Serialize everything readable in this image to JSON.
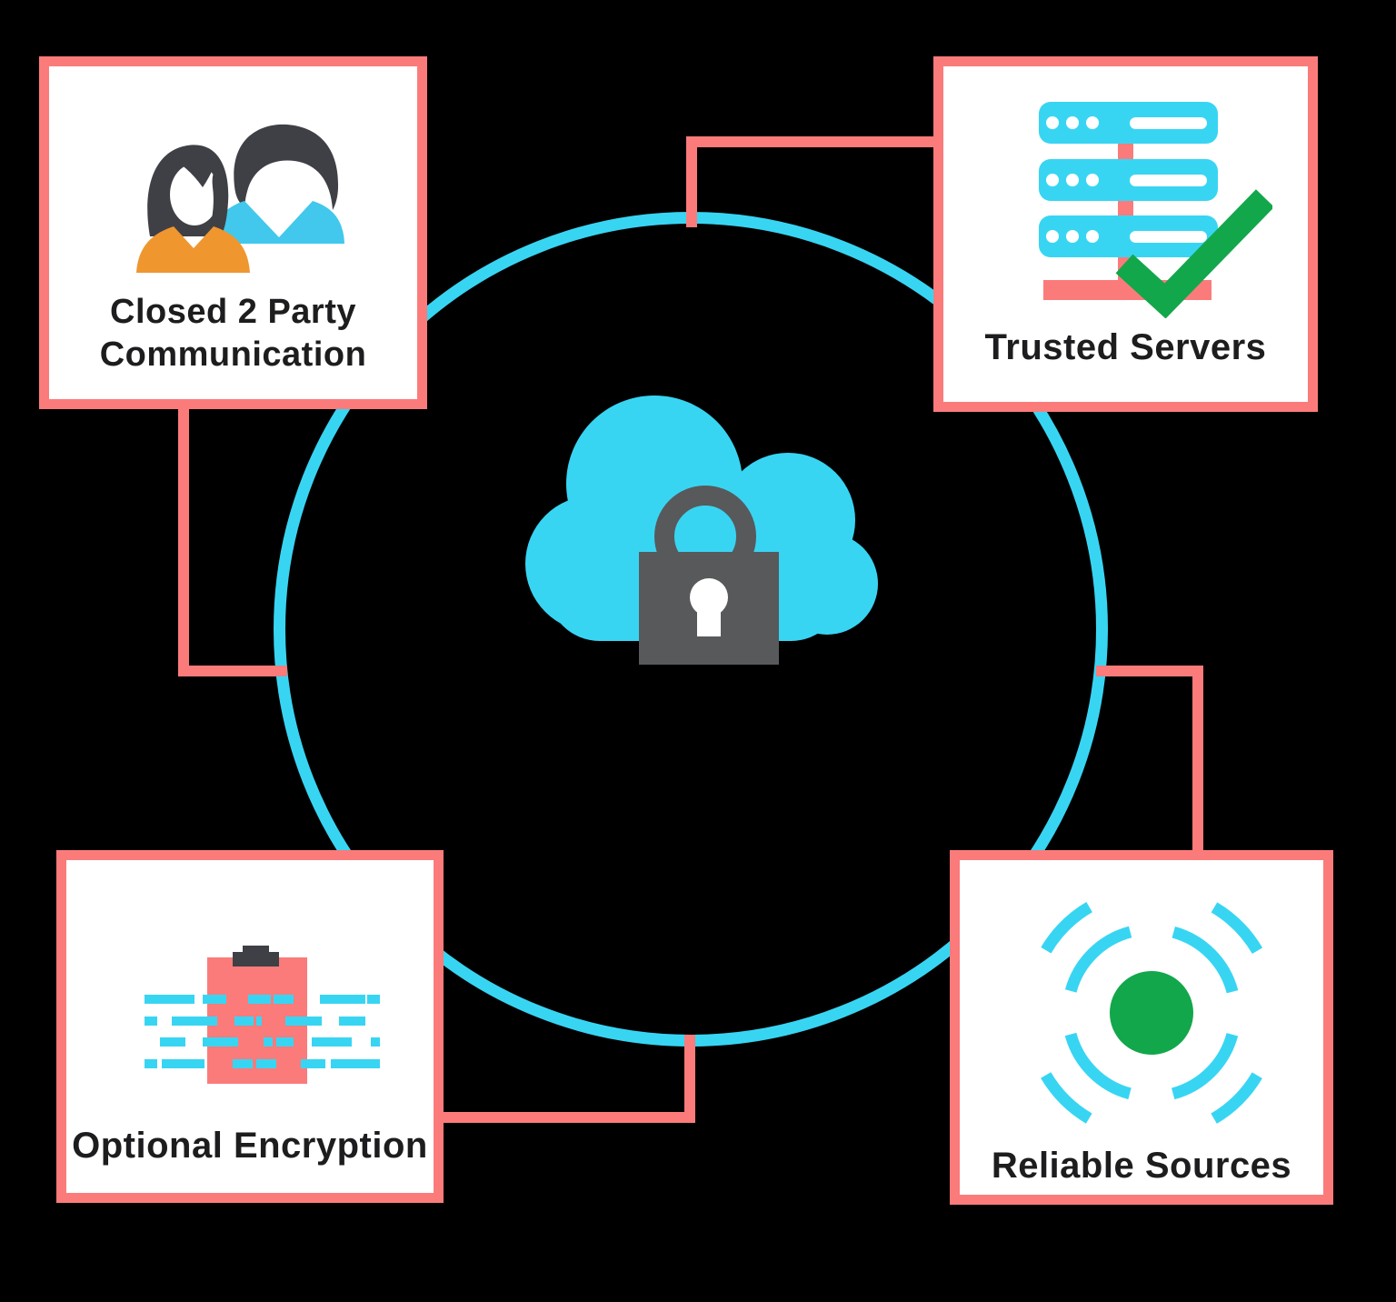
{
  "diagram": {
    "center": {
      "icon": "secure-cloud-lock"
    },
    "boxes": {
      "top_left": {
        "label_line1": "Closed 2 Party",
        "label_line2": "Communication",
        "icon": "two-people"
      },
      "top_right": {
        "label": "Trusted Servers",
        "icon": "server-stack-check"
      },
      "bottom_left": {
        "label": "Optional Encryption",
        "icon": "encrypted-clipboard"
      },
      "bottom_right": {
        "label": "Reliable Sources",
        "icon": "radar-target"
      }
    },
    "colors": {
      "background": "#000000",
      "coral": "#FB7B7B",
      "cyan": "#38D5F3",
      "green": "#12A74B",
      "dark": "#3F4045",
      "lock_gray": "#58595B",
      "orange": "#F0962F",
      "man_shirt": "#41C8EC",
      "text": "#1D1D1F",
      "box_bg": "#FFFFFF"
    }
  }
}
